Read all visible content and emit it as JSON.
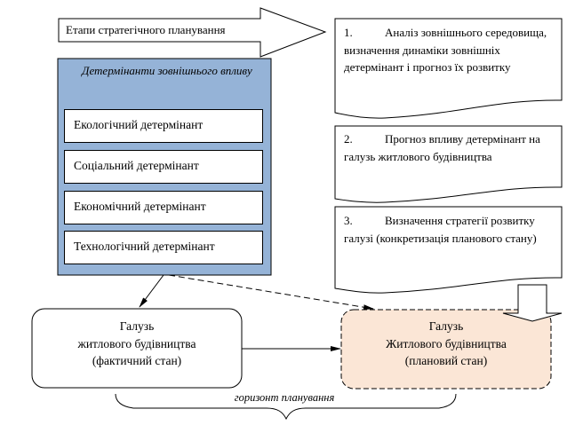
{
  "header_arrow": {
    "label": "Етапи стратегічного планування"
  },
  "stages": [
    {
      "number": "1.",
      "text": "Аналіз зовнішнього середовища, визначення динаміки зовнішніх детермінант і прогноз їх розвитку"
    },
    {
      "number": "2.",
      "text": "Прогноз впливу детермінант на галузь житлового будівництва"
    },
    {
      "number": "3.",
      "text": "Визначення стратегії розвитку галузі (конкретизація планового стану)"
    }
  ],
  "determinants": {
    "title": "Детермінанти зовнішнього впливу",
    "items": [
      "Екологічний детермінант",
      "Соціальний детермінант",
      "Економічний детермінант",
      "Технологічний детермінант"
    ]
  },
  "nodes": {
    "actual": {
      "line1": "Галузь",
      "line2": "житлового будівництва",
      "line3": "(фактичний стан)"
    },
    "planned": {
      "line1": "Галузь",
      "line2": "Житлового будівництва",
      "line3": "(плановий стан)"
    }
  },
  "horizon_label": "горизонт планування",
  "colors": {
    "determinants_fill": "#95b3d7",
    "planned_fill": "#fbe6d6",
    "stroke": "#000000"
  }
}
